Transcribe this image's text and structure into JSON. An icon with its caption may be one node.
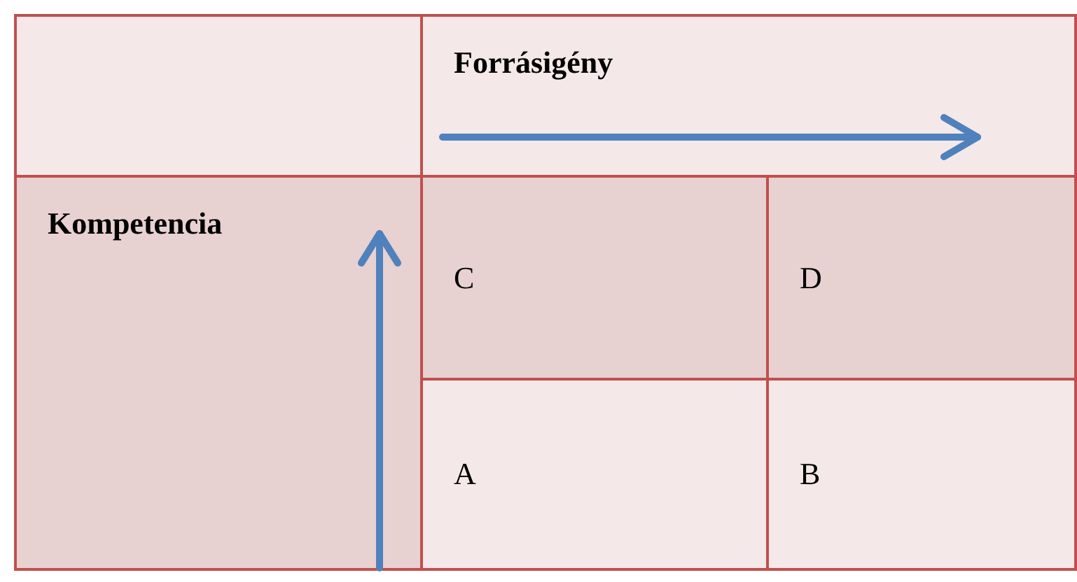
{
  "diagram": {
    "nodes": [
      {
        "text": [],
        "shape": "box"
      },
      {
        "text": [
          "Forrásigény"
        ]
      },
      {
        "text": [
          "Kompetencia"
        ]
      },
      {
        "text": [
          "C"
        ]
      },
      {
        "text": [
          "D"
        ]
      },
      {
        "text": [
          "A"
        ]
      },
      {
        "text": [
          "B"
        ]
      }
    ]
  }
}
